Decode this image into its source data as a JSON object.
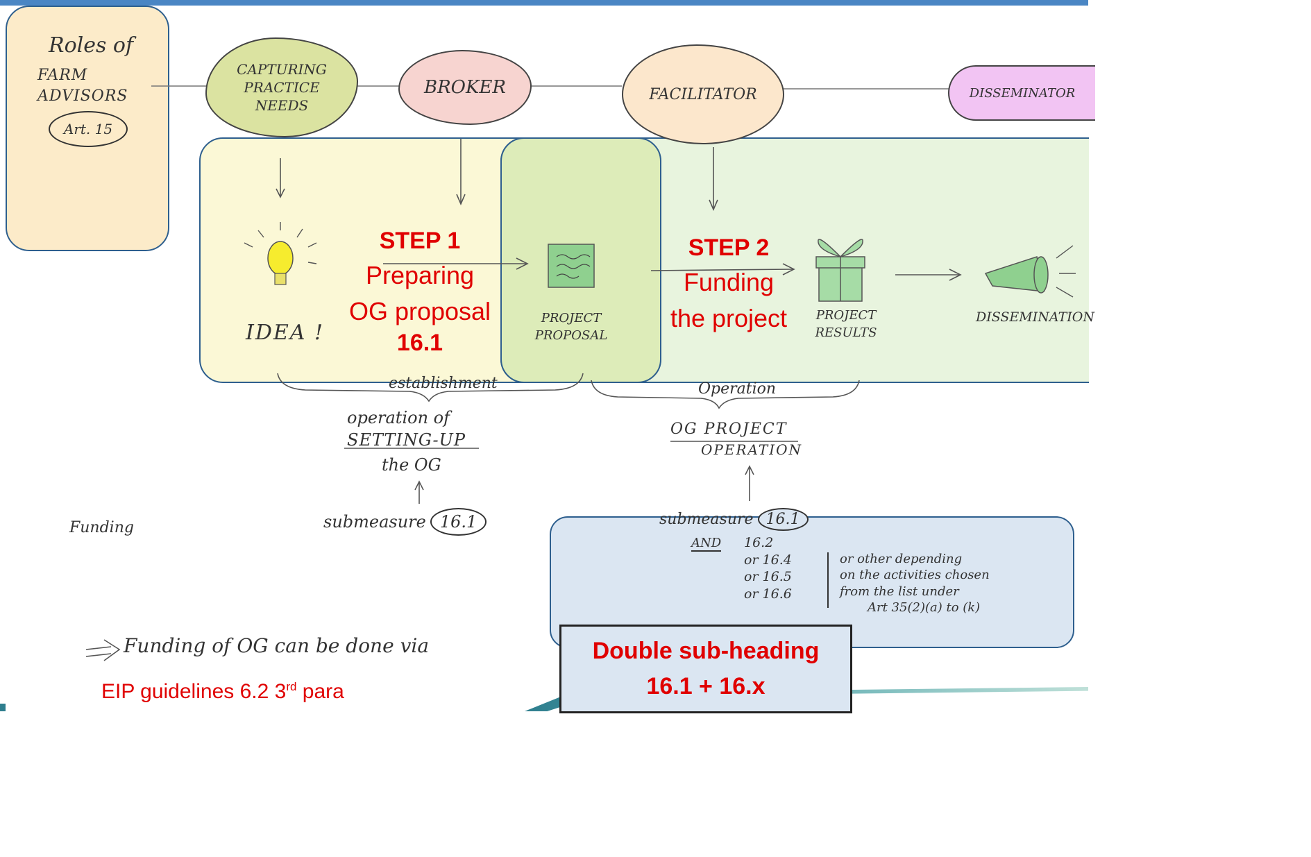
{
  "roles_box": {
    "line1": "Roles of",
    "line2": "FARM",
    "line3": "ADVISORS",
    "article": "Art. 15"
  },
  "roles": [
    {
      "label": "CAPTURING PRACTICE NEEDS",
      "color": "#dbe3a1"
    },
    {
      "label": "BROKER",
      "color": "#f7d4d0"
    },
    {
      "label": "FACILITATOR",
      "color": "#fce7cc"
    },
    {
      "label": "DISSEMINATOR",
      "color": "#f2c4f3"
    }
  ],
  "stages": {
    "idea": "IDEA !",
    "proposal": "PROJECT PROPOSAL",
    "results": "PROJECT RESULTS",
    "dissemination": "DISSEMINATION"
  },
  "step1": {
    "title": "STEP 1",
    "line1": "Preparing",
    "line2": "OG proposal",
    "code": "16.1"
  },
  "step2": {
    "title": "STEP 2",
    "line1": "Funding",
    "line2": "the project"
  },
  "setup": {
    "brace_label": "establishment",
    "line1": "operation of",
    "line2": "SETTING-UP",
    "line3": "the OG",
    "submeasure_prefix": "submeasure",
    "submeasure_code": "16.1"
  },
  "operation": {
    "brace_label": "Operation",
    "line1": "OG PROJECT",
    "line2": "OPERATION",
    "submeasure_prefix": "submeasure",
    "submeasure_code": "16.1",
    "and": "AND",
    "codes": [
      "16.2",
      "or 16.4",
      "or 16.5",
      "or 16.6"
    ],
    "note": [
      "or other depending",
      "on the activities chosen",
      "from the list under",
      "Art 35(2)(a) to (k)"
    ]
  },
  "funding_label": "Funding",
  "funding_note": "Funding of OG can be done via",
  "guideline": {
    "prefix": "EIP guidelines 6.2 3",
    "sup": "rd",
    "suffix": " para"
  },
  "double_box": {
    "line1": "Double sub-heading",
    "line2": "16.1 + 16.x"
  }
}
